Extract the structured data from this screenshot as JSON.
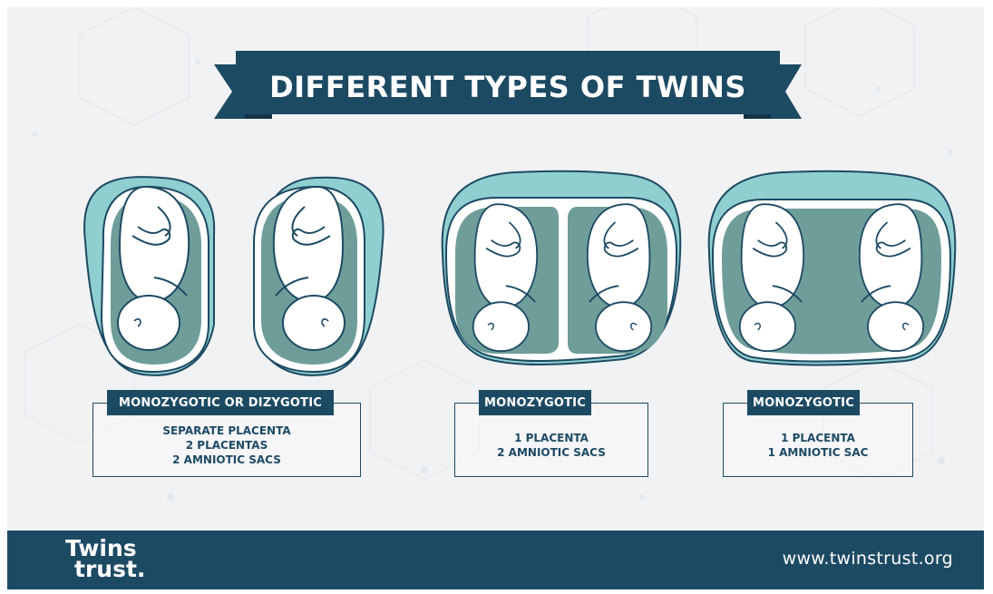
{
  "title": "DIFFERENT TYPES OF TWINS",
  "colors": {
    "navy": "#1d4a63",
    "teal": "#8fcfcf",
    "sac": "#6f9e9a",
    "background": "#f1f2f4"
  },
  "panels": [
    {
      "label": "MONOZYGOTIC OR DIZYGOTIC",
      "lines": [
        "SEPARATE PLACENTA",
        "2 PLACENTAS",
        "2 AMNIOTIC SACS"
      ],
      "illustration": "two-separate-sacs-two-placentas"
    },
    {
      "label": "MONOZYGOTIC",
      "lines": [
        "1 PLACENTA",
        "2 AMNIOTIC SACS"
      ],
      "illustration": "one-placenta-two-sacs"
    },
    {
      "label": "MONOZYGOTIC",
      "lines": [
        "1 PLACENTA",
        "1 AMNIOTIC SAC"
      ],
      "illustration": "one-placenta-one-sac"
    }
  ],
  "footer": {
    "logo_line1": "Twins",
    "logo_line2": "trust.",
    "url": "www.twinstrust.org"
  }
}
